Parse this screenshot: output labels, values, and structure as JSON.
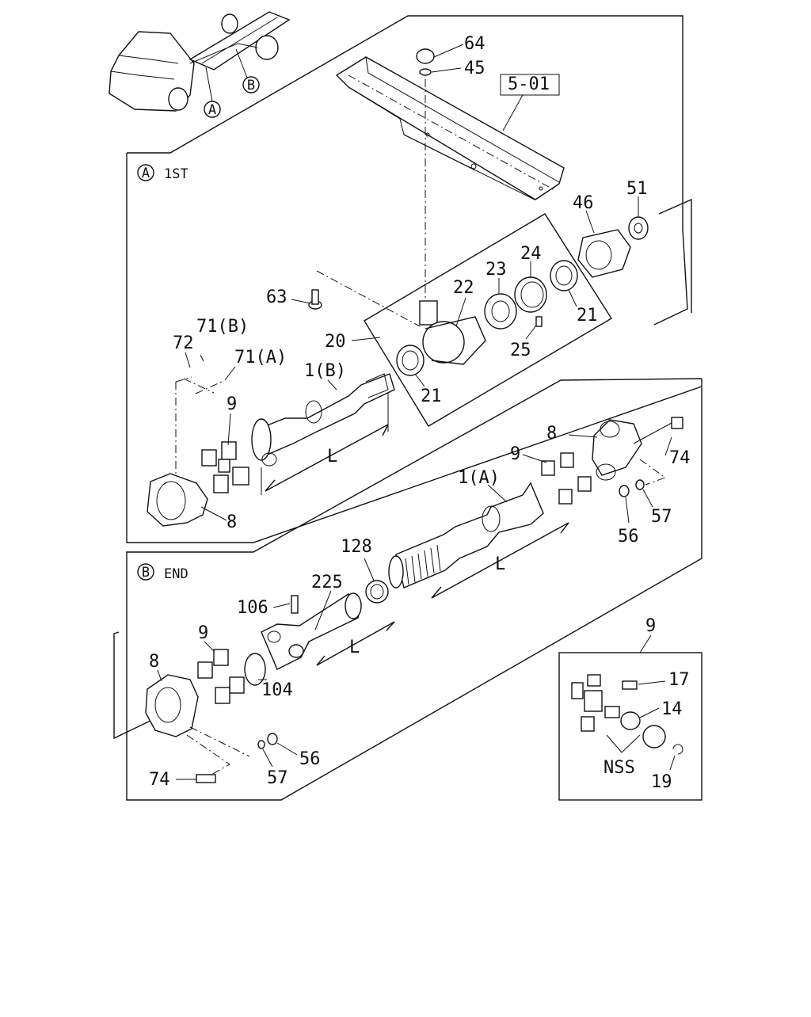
{
  "callouts": {
    "c64": "64",
    "c45": "45",
    "c5_01": "5-01",
    "c46": "46",
    "c51": "51",
    "c63": "63",
    "c22": "22",
    "c23": "23",
    "c24": "24",
    "c20": "20",
    "c21a": "21",
    "c21b": "21",
    "c25": "25",
    "c71b": "71(B)",
    "c72": "72",
    "c71a": "71(A)",
    "c1b": "1(B)",
    "c9a": "9",
    "c8a": "8",
    "cLa": "L",
    "c8b": "8",
    "c74a": "74",
    "c9b": "9",
    "c1a": "1(A)",
    "c57a": "57",
    "c56a": "56",
    "cLb": "L",
    "c128": "128",
    "c225": "225",
    "c106": "106",
    "c104": "104",
    "c9c": "9",
    "c8c": "8",
    "cLc": "L",
    "c56b": "56",
    "c57b": "57",
    "c74b": "74",
    "c9d": "9",
    "c17": "17",
    "c14": "14",
    "cNSS": "NSS",
    "c19": "19",
    "locA": "A",
    "locB": "B"
  },
  "sections": {
    "first": {
      "mark": "A",
      "label": "1ST"
    },
    "end": {
      "mark": "B",
      "label": "END"
    }
  }
}
